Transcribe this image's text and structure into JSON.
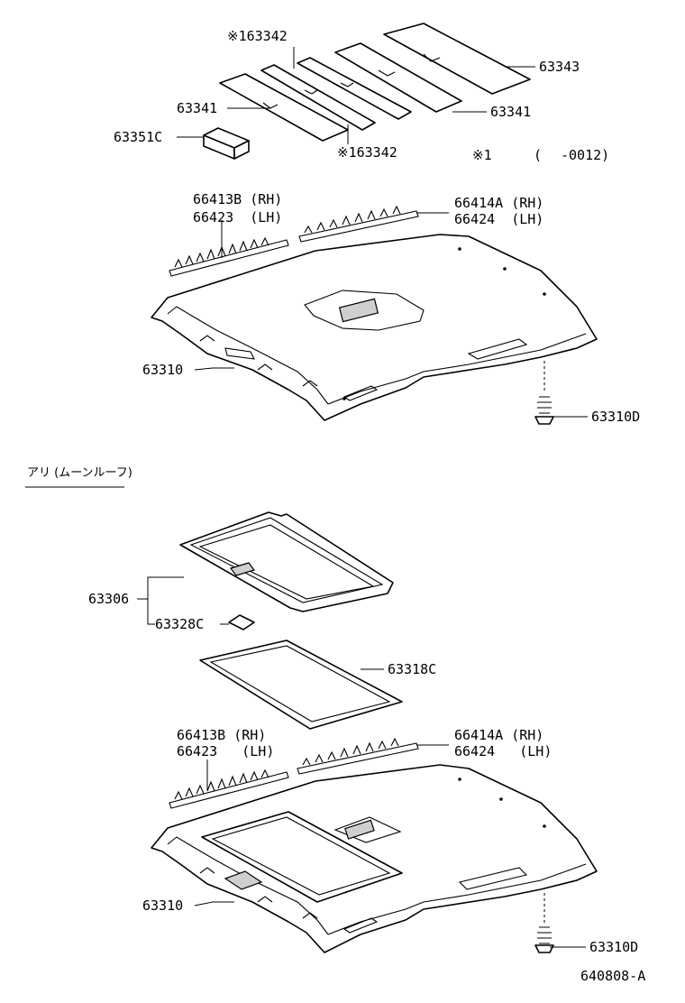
{
  "labels": {
    "note_163342_top": "※163342",
    "p63343": "63343",
    "p63341_left": "63341",
    "p63341_right": "63341",
    "p63351c": "63351C",
    "note_163342_bottom": "※163342",
    "footnote_mark": "※1",
    "footnote_paren": "(",
    "footnote_range": "-0012)",
    "top_66413b": "66413B (RH)",
    "top_66423": "66423  (LH)",
    "top_66414a": "66414A (RH)",
    "top_66424": "66424  (LH)",
    "top_63310": "63310",
    "top_63310d": "63310D",
    "section_title": "アリ (ムーンルーフ)",
    "p63306": "63306",
    "p63328c": "63328C",
    "p63318c": "63318C",
    "bot_66413b": "66413B (RH)",
    "bot_66423": "66423   (LH)",
    "bot_66414a": "66414A (RH)",
    "bot_66424": "66424   (LH)",
    "bot_63310": "63310",
    "bot_63310d": "63310D",
    "figure_code": "640808-A"
  }
}
